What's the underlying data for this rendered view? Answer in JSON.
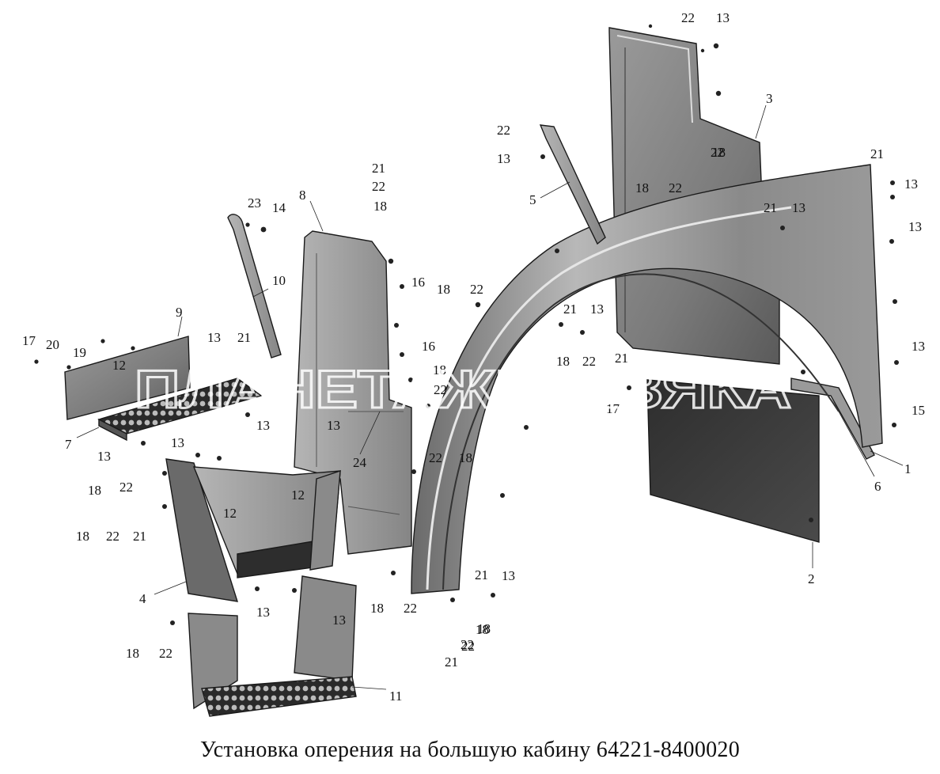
{
  "caption": "Установка оперения на большую кабину 64221-8400020",
  "watermark": "ПЛАНЕТАЖЕЛЕЗЯКА",
  "callouts": [
    {
      "id": "c1",
      "text": "22"
    },
    {
      "id": "c2",
      "text": "13"
    },
    {
      "id": "c3",
      "text": "3"
    },
    {
      "id": "c4",
      "text": "22"
    },
    {
      "id": "c5",
      "text": "13"
    },
    {
      "id": "c6",
      "text": "5"
    },
    {
      "id": "c7",
      "text": "18"
    },
    {
      "id": "c8",
      "text": "22"
    },
    {
      "id": "c9",
      "text": "18"
    },
    {
      "id": "c10",
      "text": "22"
    },
    {
      "id": "c11",
      "text": "21"
    },
    {
      "id": "c12",
      "text": "13"
    },
    {
      "id": "c13",
      "text": "13"
    },
    {
      "id": "c14",
      "text": "13"
    },
    {
      "id": "c15",
      "text": "13"
    },
    {
      "id": "c16",
      "text": "21"
    },
    {
      "id": "c17",
      "text": "13"
    },
    {
      "id": "c18",
      "text": "18"
    },
    {
      "id": "c19",
      "text": "22"
    },
    {
      "id": "c20",
      "text": "21"
    },
    {
      "id": "c21",
      "text": "15"
    },
    {
      "id": "c22",
      "text": "17"
    },
    {
      "id": "c23",
      "text": "1"
    },
    {
      "id": "c24",
      "text": "6"
    },
    {
      "id": "c25",
      "text": "2"
    },
    {
      "id": "c26",
      "text": "21"
    },
    {
      "id": "c27",
      "text": "22"
    },
    {
      "id": "c28",
      "text": "18"
    },
    {
      "id": "c29",
      "text": "8"
    },
    {
      "id": "c30",
      "text": "21"
    },
    {
      "id": "c31",
      "text": "22"
    },
    {
      "id": "c32",
      "text": "18"
    },
    {
      "id": "c33",
      "text": "23"
    },
    {
      "id": "c34",
      "text": "14"
    },
    {
      "id": "c35",
      "text": "10"
    },
    {
      "id": "c36",
      "text": "16"
    },
    {
      "id": "c37",
      "text": "18"
    },
    {
      "id": "c38",
      "text": "22"
    },
    {
      "id": "c39",
      "text": "16"
    },
    {
      "id": "c40",
      "text": "18"
    },
    {
      "id": "c41",
      "text": "22"
    },
    {
      "id": "c42",
      "text": "9"
    },
    {
      "id": "c43",
      "text": "17"
    },
    {
      "id": "c44",
      "text": "20"
    },
    {
      "id": "c45",
      "text": "19"
    },
    {
      "id": "c46",
      "text": "12"
    },
    {
      "id": "c47",
      "text": "13"
    },
    {
      "id": "c48",
      "text": "21"
    },
    {
      "id": "c49",
      "text": "13"
    },
    {
      "id": "c50",
      "text": "7"
    },
    {
      "id": "c51",
      "text": "13"
    },
    {
      "id": "c52",
      "text": "13"
    },
    {
      "id": "c53",
      "text": "13"
    },
    {
      "id": "c54",
      "text": "24"
    },
    {
      "id": "c55",
      "text": "22"
    },
    {
      "id": "c56",
      "text": "18"
    },
    {
      "id": "c57",
      "text": "18"
    },
    {
      "id": "c58",
      "text": "22"
    },
    {
      "id": "c59",
      "text": "12"
    },
    {
      "id": "c60",
      "text": "12"
    },
    {
      "id": "c61",
      "text": "18"
    },
    {
      "id": "c62",
      "text": "22"
    },
    {
      "id": "c63",
      "text": "21"
    },
    {
      "id": "c64",
      "text": "4"
    },
    {
      "id": "c65",
      "text": "13"
    },
    {
      "id": "c66",
      "text": "13"
    },
    {
      "id": "c67",
      "text": "18"
    },
    {
      "id": "c68",
      "text": "22"
    },
    {
      "id": "c69",
      "text": "18"
    },
    {
      "id": "c70",
      "text": "22"
    },
    {
      "id": "c71",
      "text": "21"
    },
    {
      "id": "c72",
      "text": "13"
    },
    {
      "id": "c73",
      "text": "18"
    },
    {
      "id": "c74",
      "text": "22"
    },
    {
      "id": "c75",
      "text": "21"
    },
    {
      "id": "c76",
      "text": "11"
    }
  ]
}
